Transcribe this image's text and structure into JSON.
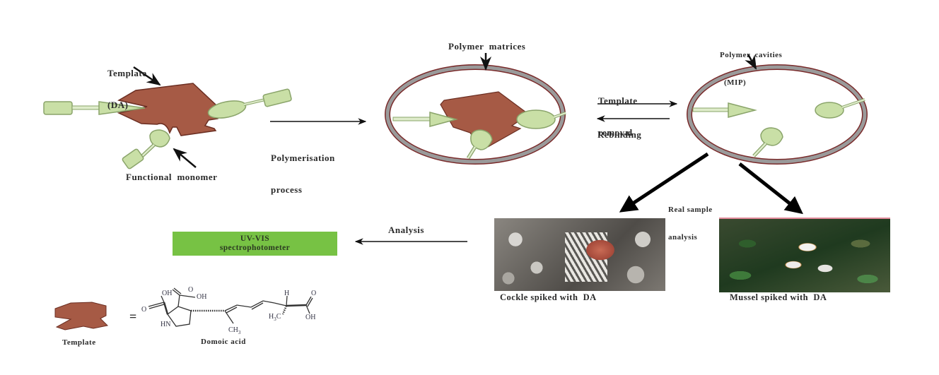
{
  "diagram": {
    "title": "Molecularly imprinted polymer (MIP) workflow for domoic acid detection",
    "labels": {
      "template_da": [
        "Template",
        "(DA)"
      ],
      "functional_monomer": "Functional  monomer",
      "polymerisation": [
        "Polymerisation",
        "process"
      ],
      "polymer_matrices": "Polymer  matrices",
      "template_removal": [
        "Template",
        "removal"
      ],
      "rebinding": "Rebinding",
      "polymer_cavities": [
        "Polymer  cavities",
        "(MIP)"
      ],
      "real_sample": [
        "Real sample",
        "analysis"
      ],
      "analysis": "Analysis",
      "uv_vis": [
        "UV-VIS",
        "spectrophotometer"
      ],
      "cockle_caption": "Cockle spiked with  DA",
      "mussel_caption": "Mussel spiked with  DA",
      "template_legend": "Template",
      "equals": "=",
      "domoic_acid": "Domoic acid"
    },
    "chem_labels": {
      "oh1": "OH",
      "o1": "O",
      "o2": "O",
      "oh2": "OH",
      "hn": "HN",
      "ch3": "CH",
      "ch3_sub": "3",
      "h": "H",
      "h3c": "H",
      "h3c_sub": "3",
      "h3c_c": "C",
      "o3": "O",
      "oh3": "OH"
    },
    "colors": {
      "template": "#a65a45",
      "template_edge": "#6b2e22",
      "monomer_fill": "#c9dfa6",
      "monomer_edge": "#8aa46a",
      "ring_gray": "#9a9a9a",
      "ring_red": "#7a2b2b",
      "uv_box": "#77c244",
      "arrow": "#111111"
    }
  }
}
